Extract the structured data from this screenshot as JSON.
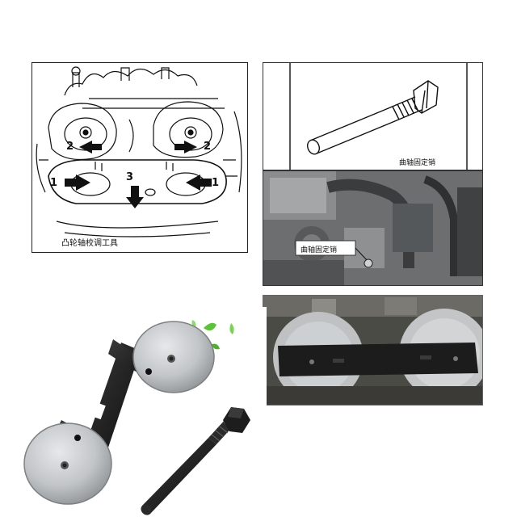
{
  "diagram": {
    "caption": "凸轮轴校调工具",
    "callouts": [
      "1",
      "2",
      "3",
      "2",
      "1"
    ]
  },
  "crank_pin": {
    "label": "曲轴固定销"
  },
  "engine_photo": {
    "callout_label": "曲轴固定销"
  },
  "colors": {
    "line_art": "#111111",
    "metal": "#c7c9cb",
    "tool_black": "#1a1a1a",
    "leaf_green": "#5cc23a"
  }
}
